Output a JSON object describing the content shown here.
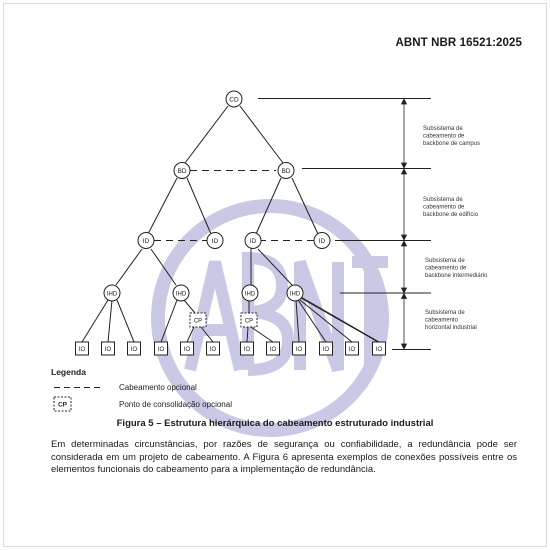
{
  "header": {
    "standard": "ABNT NBR 16521:2025"
  },
  "watermark": {
    "text": "ABNT",
    "color": "#c9c9e6"
  },
  "nodes": {
    "cd": "CD",
    "bd": [
      "BD",
      "BD"
    ],
    "id": [
      "ID",
      "ID",
      "ID",
      "ID"
    ],
    "ihd": [
      "IHD",
      "IHD",
      "IHD",
      "IHD"
    ],
    "cp": [
      "CP",
      "CP"
    ],
    "io": [
      "IO",
      "IO",
      "IO",
      "IO",
      "IO",
      "IO",
      "IO",
      "IO",
      "IO",
      "IO",
      "IO",
      "IO"
    ]
  },
  "subsystems": [
    [
      "Subsistema de",
      "cabeamento de",
      "backbone de campus"
    ],
    [
      "Subsistema de",
      "cabeamento de",
      "backbone de edifício"
    ],
    [
      "Subsistema de",
      "cabeamento de",
      "backbone intermediário"
    ],
    [
      "Subsistema de",
      "cabeamento",
      "horizontal industrial"
    ]
  ],
  "legend": {
    "title": "Legenda",
    "optional_cabling": "Cabeamento opcional",
    "consolidation_point": "Ponto de consolidação opcional",
    "cp_symbol": "CP"
  },
  "figure_caption": "Figura 5 – Estrutura hierárquica do cabeamento estruturado industrial",
  "body": {
    "paragraph": "Em determinadas circunstâncias, por razões de segurança ou confiabilidade, a redundância pode ser considerada em um projeto de cabeamento. A Figura 6 apresenta exemplos de conexões possíveis entre os elementos funcionais do cabeamento para a implementação de redundância."
  }
}
